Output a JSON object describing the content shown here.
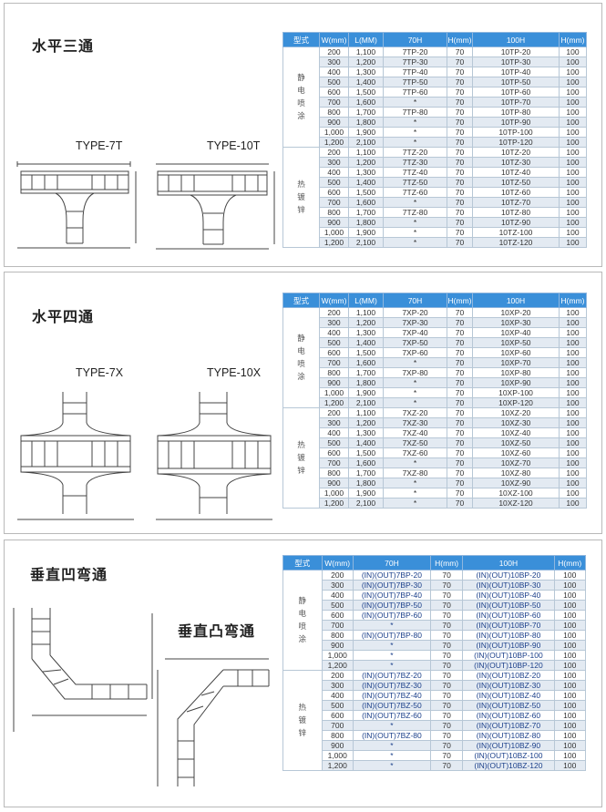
{
  "sections": [
    {
      "title": "水平三通",
      "type_a": "TYPE-7T",
      "type_b": "TYPE-10T",
      "headers": [
        "型式",
        "W(mm)",
        "L(MM)",
        "70H",
        "H(mm)",
        "100H",
        "H(mm)"
      ],
      "groups": [
        {
          "finish": "静电喷涂",
          "rows": [
            [
              "200",
              "1,100",
              "7TP-20",
              "70",
              "10TP-20",
              "100"
            ],
            [
              "300",
              "1,200",
              "7TP-30",
              "70",
              "10TP-30",
              "100"
            ],
            [
              "400",
              "1,300",
              "7TP-40",
              "70",
              "10TP-40",
              "100"
            ],
            [
              "500",
              "1,400",
              "7TP-50",
              "70",
              "10TP-50",
              "100"
            ],
            [
              "600",
              "1,500",
              "7TP-60",
              "70",
              "10TP-60",
              "100"
            ],
            [
              "700",
              "1,600",
              "*",
              "70",
              "10TP-70",
              "100"
            ],
            [
              "800",
              "1,700",
              "7TP-80",
              "70",
              "10TP-80",
              "100"
            ],
            [
              "900",
              "1,800",
              "*",
              "70",
              "10TP-90",
              "100"
            ],
            [
              "1,000",
              "1,900",
              "*",
              "70",
              "10TP-100",
              "100"
            ],
            [
              "1,200",
              "2,100",
              "*",
              "70",
              "10TP-120",
              "100"
            ]
          ]
        },
        {
          "finish": "热镀锌",
          "rows": [
            [
              "200",
              "1,100",
              "7TZ-20",
              "70",
              "10TZ-20",
              "100"
            ],
            [
              "300",
              "1,200",
              "7TZ-30",
              "70",
              "10TZ-30",
              "100"
            ],
            [
              "400",
              "1,300",
              "7TZ-40",
              "70",
              "10TZ-40",
              "100"
            ],
            [
              "500",
              "1,400",
              "7TZ-50",
              "70",
              "10TZ-50",
              "100"
            ],
            [
              "600",
              "1,500",
              "7TZ-60",
              "70",
              "10TZ-60",
              "100"
            ],
            [
              "700",
              "1,600",
              "*",
              "70",
              "10TZ-70",
              "100"
            ],
            [
              "800",
              "1,700",
              "7TZ-80",
              "70",
              "10TZ-80",
              "100"
            ],
            [
              "900",
              "1,800",
              "*",
              "70",
              "10TZ-90",
              "100"
            ],
            [
              "1,000",
              "1,900",
              "*",
              "70",
              "10TZ-100",
              "100"
            ],
            [
              "1,200",
              "2,100",
              "*",
              "70",
              "10TZ-120",
              "100"
            ]
          ]
        }
      ]
    },
    {
      "title": "水平四通",
      "type_a": "TYPE-7X",
      "type_b": "TYPE-10X",
      "headers": [
        "型式",
        "W(mm)",
        "L(MM)",
        "70H",
        "H(mm)",
        "100H",
        "H(mm)"
      ],
      "groups": [
        {
          "finish": "静电喷涂",
          "rows": [
            [
              "200",
              "1,100",
              "7XP-20",
              "70",
              "10XP-20",
              "100"
            ],
            [
              "300",
              "1,200",
              "7XP-30",
              "70",
              "10XP-30",
              "100"
            ],
            [
              "400",
              "1,300",
              "7XP-40",
              "70",
              "10XP-40",
              "100"
            ],
            [
              "500",
              "1,400",
              "7XP-50",
              "70",
              "10XP-50",
              "100"
            ],
            [
              "600",
              "1,500",
              "7XP-60",
              "70",
              "10XP-60",
              "100"
            ],
            [
              "700",
              "1,600",
              "*",
              "70",
              "10XP-70",
              "100"
            ],
            [
              "800",
              "1,700",
              "7XP-80",
              "70",
              "10XP-80",
              "100"
            ],
            [
              "900",
              "1,800",
              "*",
              "70",
              "10XP-90",
              "100"
            ],
            [
              "1,000",
              "1,900",
              "*",
              "70",
              "10XP-100",
              "100"
            ],
            [
              "1,200",
              "2,100",
              "*",
              "70",
              "10XP-120",
              "100"
            ]
          ]
        },
        {
          "finish": "热镀锌",
          "rows": [
            [
              "200",
              "1,100",
              "7XZ-20",
              "70",
              "10XZ-20",
              "100"
            ],
            [
              "300",
              "1,200",
              "7XZ-30",
              "70",
              "10XZ-30",
              "100"
            ],
            [
              "400",
              "1,300",
              "7XZ-40",
              "70",
              "10XZ-40",
              "100"
            ],
            [
              "500",
              "1,400",
              "7XZ-50",
              "70",
              "10XZ-50",
              "100"
            ],
            [
              "600",
              "1,500",
              "7XZ-60",
              "70",
              "10XZ-60",
              "100"
            ],
            [
              "700",
              "1,600",
              "*",
              "70",
              "10XZ-70",
              "100"
            ],
            [
              "800",
              "1,700",
              "7XZ-80",
              "70",
              "10XZ-80",
              "100"
            ],
            [
              "900",
              "1,800",
              "*",
              "70",
              "10XZ-90",
              "100"
            ],
            [
              "1,000",
              "1,900",
              "*",
              "70",
              "10XZ-100",
              "100"
            ],
            [
              "1,200",
              "2,100",
              "*",
              "70",
              "10XZ-120",
              "100"
            ]
          ]
        }
      ]
    },
    {
      "title": "垂直凹弯通",
      "title_b": "垂直凸弯通",
      "headers": [
        "型式",
        "W(mm)",
        "70H",
        "H(mm)",
        "100H",
        "H(mm)"
      ],
      "groups": [
        {
          "finish": "静电喷涂",
          "rows": [
            [
              "200",
              "(IN)(OUT)7BP-20",
              "70",
              "(IN)(OUT)10BP-20",
              "100"
            ],
            [
              "300",
              "(IN)(OUT)7BP-30",
              "70",
              "(IN)(OUT)10BP-30",
              "100"
            ],
            [
              "400",
              "(IN)(OUT)7BP-40",
              "70",
              "(IN)(OUT)10BP-40",
              "100"
            ],
            [
              "500",
              "(IN)(OUT)7BP-50",
              "70",
              "(IN)(OUT)10BP-50",
              "100"
            ],
            [
              "600",
              "(IN)(OUT)7BP-60",
              "70",
              "(IN)(OUT)10BP-60",
              "100"
            ],
            [
              "700",
              "*",
              "70",
              "(IN)(OUT)10BP-70",
              "100"
            ],
            [
              "800",
              "(IN)(OUT)7BP-80",
              "70",
              "(IN)(OUT)10BP-80",
              "100"
            ],
            [
              "900",
              "*",
              "70",
              "(IN)(OUT)10BP-90",
              "100"
            ],
            [
              "1,000",
              "*",
              "70",
              "(IN)(OUT)10BP-100",
              "100"
            ],
            [
              "1,200",
              "*",
              "70",
              "(IN)(OUT)10BP-120",
              "100"
            ]
          ]
        },
        {
          "finish": "热镀锌",
          "rows": [
            [
              "200",
              "(IN)(OUT)7BZ-20",
              "70",
              "(IN)(OUT)10BZ-20",
              "100"
            ],
            [
              "300",
              "(IN)(OUT)7BZ-30",
              "70",
              "(IN)(OUT)10BZ-30",
              "100"
            ],
            [
              "400",
              "(IN)(OUT)7BZ-40",
              "70",
              "(IN)(OUT)10BZ-40",
              "100"
            ],
            [
              "500",
              "(IN)(OUT)7BZ-50",
              "70",
              "(IN)(OUT)10BZ-50",
              "100"
            ],
            [
              "600",
              "(IN)(OUT)7BZ-60",
              "70",
              "(IN)(OUT)10BZ-60",
              "100"
            ],
            [
              "700",
              "*",
              "70",
              "(IN)(OUT)10BZ-70",
              "100"
            ],
            [
              "800",
              "(IN)(OUT)7BZ-80",
              "70",
              "(IN)(OUT)10BZ-80",
              "100"
            ],
            [
              "900",
              "*",
              "70",
              "(IN)(OUT)10BZ-90",
              "100"
            ],
            [
              "1,000",
              "*",
              "70",
              "(IN)(OUT)10BZ-100",
              "100"
            ],
            [
              "1,200",
              "*",
              "70",
              "(IN)(OUT)10BZ-120",
              "100"
            ]
          ]
        }
      ]
    }
  ],
  "colors": {
    "header_bg": "#3a8fd9",
    "row_alt": "#e3eaf2",
    "code_text": "#1a3f8a"
  }
}
